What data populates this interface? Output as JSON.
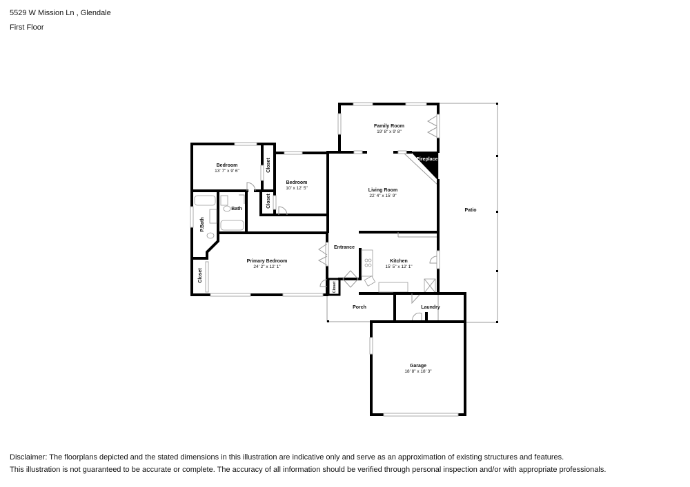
{
  "header": {
    "address": "5529 W Mission Ln , Glendale",
    "floor": "First Floor"
  },
  "rooms": {
    "family_room": {
      "name": "Family Room",
      "dims": "19' 8\" x 9' 8\""
    },
    "fireplace": {
      "name": "Fireplace"
    },
    "living_room": {
      "name": "Living Room",
      "dims": "22' 4\" x 15' 9\""
    },
    "patio": {
      "name": "Patio"
    },
    "bedroom1": {
      "name": "Bedroom",
      "dims": "13' 7\" x 9' 6\""
    },
    "bedroom2": {
      "name": "Bedroom",
      "dims": "10' x 12' 5\""
    },
    "closet_b1": {
      "name": "Closet"
    },
    "closet_b2": {
      "name": "Closet"
    },
    "bath": {
      "name": "Bath"
    },
    "p_bath": {
      "name": "P.Bath"
    },
    "closet_primary": {
      "name": "Closet"
    },
    "primary_bedroom": {
      "name": "Primary Bedroom",
      "dims": "24' 2\" x 12' 1\""
    },
    "entrance": {
      "name": "Entrance"
    },
    "closet_entrance": {
      "name": "Closet"
    },
    "kitchen": {
      "name": "Kitchen",
      "dims": "15' 5\" x 12' 1\""
    },
    "porch": {
      "name": "Porch"
    },
    "laundry": {
      "name": "Laundry"
    },
    "garage": {
      "name": "Garage",
      "dims": "18' 8\" x 18' 3\""
    }
  },
  "disclaimer": {
    "line1": "Disclaimer: The floorplans depicted and the stated dimensions in this illustration are indicative only and serve as an approximation of existing structures and features.",
    "line2": "This illustration is not guaranteed to be accurate or complete. The accuracy of all information should be verified through personal inspection and/or with appropriate professionals."
  }
}
